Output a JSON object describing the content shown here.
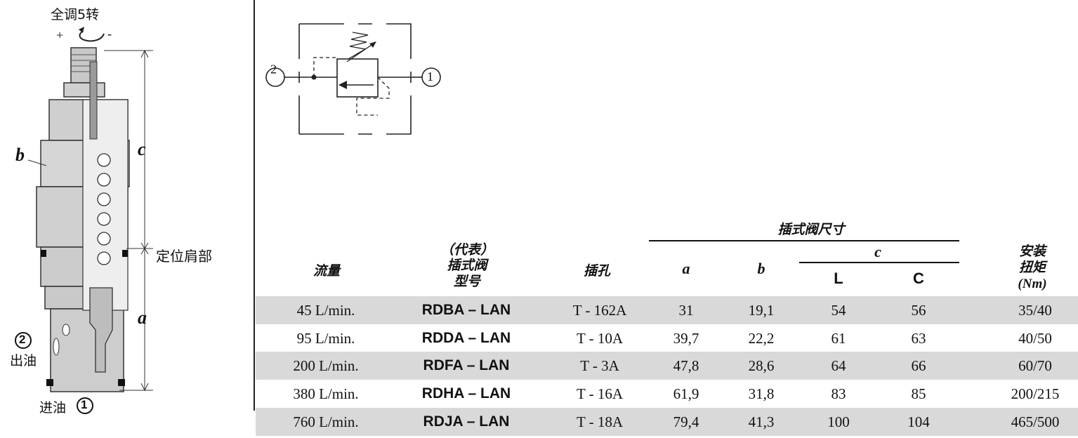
{
  "left_drawing": {
    "adjust_label": "全调5转",
    "plus": "+",
    "minus": "-",
    "dim_b": "b",
    "dim_c": "c",
    "dim_a": "a",
    "shoulder_label": "定位肩部",
    "port2_number": "2",
    "port2_label": "出油",
    "port1_label": "进油",
    "port1_number": "1"
  },
  "schematic": {
    "port_left": "2",
    "port_right": "1"
  },
  "table": {
    "group_header": "插式阀尺寸",
    "c_header": "c",
    "headers": {
      "flow": "流量",
      "model_line1": "（代表）",
      "model_line2": "插式阀",
      "model_line3": "型号",
      "cavity": "插孔",
      "a": "a",
      "b": "b",
      "L": "L",
      "C": "C",
      "torque_line1": "安装",
      "torque_line2": "扭矩",
      "torque_line3": "(Nm)"
    },
    "rows": [
      {
        "flow": "45 L/min.",
        "model": "RDBA – LAN",
        "cavity": "T - 162A",
        "a": "31",
        "b": "19,1",
        "L": "54",
        "C": "56",
        "torque": "35/40"
      },
      {
        "flow": "95 L/min.",
        "model": "RDDA – LAN",
        "cavity": "T - 10A",
        "a": "39,7",
        "b": "22,2",
        "L": "61",
        "C": "63",
        "torque": "40/50"
      },
      {
        "flow": "200 L/min.",
        "model": "RDFA – LAN",
        "cavity": "T - 3A",
        "a": "47,8",
        "b": "28,6",
        "L": "64",
        "C": "66",
        "torque": "60/70"
      },
      {
        "flow": "380 L/min.",
        "model": "RDHA – LAN",
        "cavity": "T - 16A",
        "a": "61,9",
        "b": "31,8",
        "L": "83",
        "C": "85",
        "torque": "200/215"
      },
      {
        "flow": "760 L/min.",
        "model": "RDJA – LAN",
        "cavity": "T - 18A",
        "a": "79,4",
        "b": "41,3",
        "L": "100",
        "C": "104",
        "torque": "465/500"
      }
    ]
  }
}
